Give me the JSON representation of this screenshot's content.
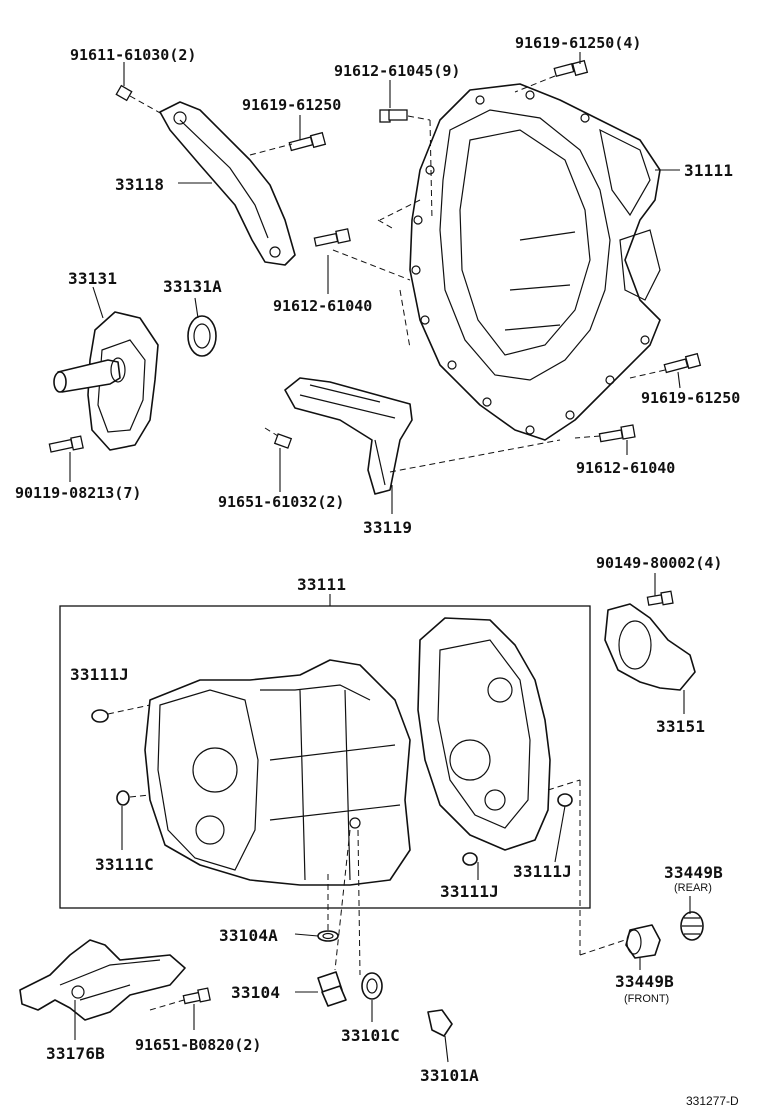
{
  "labels": {
    "b_91611_61030": "91611-61030(2)",
    "b_91619_61250_top4": "91619-61250(4)",
    "b_91612_61045": "91612-61045(9)",
    "b_91619_61250_a": "91619-61250",
    "p_31111": "31111",
    "p_33118": "33118",
    "p_33131": "33131",
    "p_33131A": "33131A",
    "b_91612_61040_a": "91612-61040",
    "b_91619_61250_b": "91619-61250",
    "b_90119_08213": "90119-08213(7)",
    "b_91651_61032": "91651-61032(2)",
    "p_33119": "33119",
    "b_91612_61040_b": "91612-61040",
    "p_33111_box": "33111",
    "b_90149_80002": "90149-80002(4)",
    "p_33111J_top": "33111J",
    "p_33151": "33151",
    "p_33111C": "33111C",
    "p_33111J_mid": "33111J",
    "p_33111J_low": "33111J",
    "p_33449B_rear": "33449B",
    "sub_rear": "(REAR)",
    "p_33104A": "33104A",
    "p_33104": "33104",
    "p_33449B_front": "33449B",
    "sub_front": "(FRONT)",
    "p_33176B": "33176B",
    "b_91651_B0820": "91651-B0820(2)",
    "p_33101C": "33101C",
    "p_33101A": "33101A",
    "ref_code": "331277-D"
  }
}
